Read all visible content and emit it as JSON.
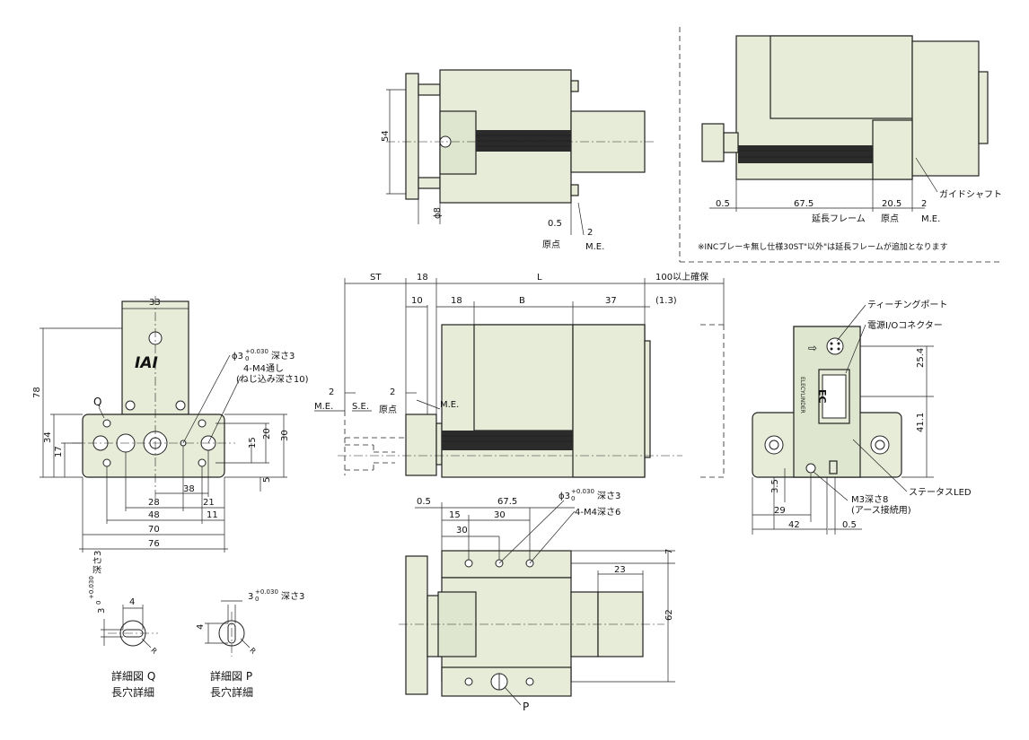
{
  "top_view": {
    "d54": "54",
    "d8": "ϕ8",
    "d05": "0.5",
    "d2": "2",
    "origin": "原点",
    "me": "M.E."
  },
  "top_right_view": {
    "d05": "0.5",
    "d675": "67.5",
    "d205": "20.5",
    "d2": "2",
    "ext_frame": "延長フレーム",
    "origin": "原点",
    "me": "M.E.",
    "guide_shaft": "ガイドシャフト",
    "note": "※INCブレーキ無し仕様30ST\"以外\"は延長フレームが追加となります"
  },
  "front_view": {
    "d33": "33",
    "logo": "IAI",
    "phi3": "ϕ3",
    "tol_top": "+0.030",
    "tol_bot": "0",
    "depth3": "深さ3",
    "m4_thru": "4-M4通し",
    "m4_note": "(ねじ込み深さ10)",
    "q": "Q",
    "d78": "78",
    "d34": "34",
    "d17": "17",
    "d20": "20",
    "d30": "30",
    "d15": "15",
    "d5": "5",
    "d38": "38",
    "d28": "28",
    "d21": "21",
    "d48": "48",
    "d11": "11",
    "d70": "70",
    "d76": "76"
  },
  "side_view": {
    "st": "ST",
    "d18a": "18",
    "l": "L",
    "d100": "100以上確保",
    "d10": "10",
    "d18b": "18",
    "b": "B",
    "d37": "37",
    "d13": "(1.3)",
    "d2a": "2",
    "d2b": "2",
    "me_left": "M.E.",
    "se": "S.E.",
    "origin": "原点",
    "me_right": "M.E."
  },
  "rear_view": {
    "teaching_port": "ティーチングポート",
    "power_io": "電源I/Oコネクター",
    "d254": "25.4",
    "d411": "41.1",
    "status_led": "ステータスLED",
    "m3": "M3深さ8",
    "m3_note": "(アース接続用)",
    "d35": "3.5",
    "d29": "29",
    "d42": "42",
    "d05": "0.5",
    "model_text": "ELECYLINDER"
  },
  "bottom_view": {
    "d05": "0.5",
    "d675": "67.5",
    "phi3": "ϕ3",
    "tol_top": "+0.030",
    "tol_bot": "0",
    "depth3": "深さ3",
    "d15": "15",
    "d30a": "30",
    "m4": "4-M4深さ6",
    "d30b": "30",
    "d7": "7",
    "d23": "23",
    "d62": "62",
    "p": "P"
  },
  "detail_q": {
    "d3": "3",
    "tol_top": "+0.030",
    "tol_bot": "0",
    "depth": "深さ3",
    "d4": "4",
    "r": "R",
    "title1": "詳細図 Q",
    "title2": "長穴詳細"
  },
  "detail_p": {
    "d3": "3",
    "tol_top": "+0.030",
    "tol_bot": "0",
    "depth": "深さ3",
    "d4": "4",
    "r": "R",
    "title1": "詳細図 P",
    "title2": "長穴詳細"
  }
}
